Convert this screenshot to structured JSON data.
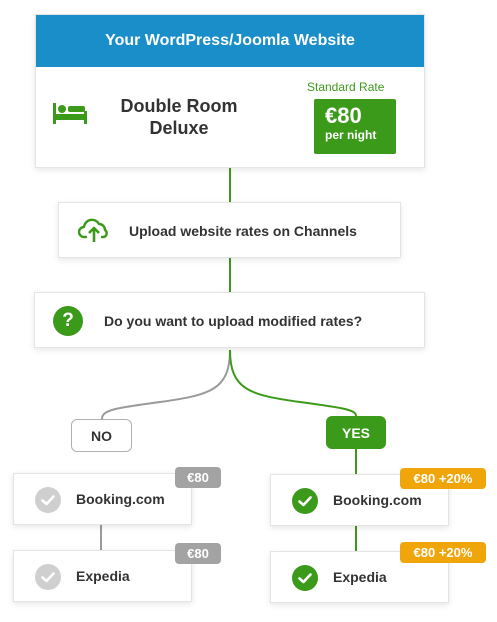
{
  "colors": {
    "header_blue": "#1a8ec8",
    "green": "#3c9a1a",
    "gray": "#a3a3a3",
    "orange": "#f0a50a"
  },
  "website": {
    "title": "Your WordPress/Joomla Website",
    "icon": "bed-icon",
    "room_name": "Double Room\nDeluxe",
    "rate_label": "Standard Rate",
    "rate_price": "€80",
    "rate_unit": "per night"
  },
  "upload": {
    "icon": "cloud-upload-icon",
    "text": "Upload website rates on Channels"
  },
  "question": {
    "icon": "question-icon",
    "symbol": "?",
    "text": "Do you want to upload modified rates?"
  },
  "branches": {
    "no": {
      "label": "NO",
      "channels": [
        {
          "name": "Booking.com",
          "price": "€80",
          "icon": "check-icon"
        },
        {
          "name": "Expedia",
          "price": "€80",
          "icon": "check-icon"
        }
      ]
    },
    "yes": {
      "label": "YES",
      "channels": [
        {
          "name": "Booking.com",
          "price": "€80 +20%",
          "icon": "check-icon"
        },
        {
          "name": "Expedia",
          "price": "€80 +20%",
          "icon": "check-icon"
        }
      ]
    }
  }
}
